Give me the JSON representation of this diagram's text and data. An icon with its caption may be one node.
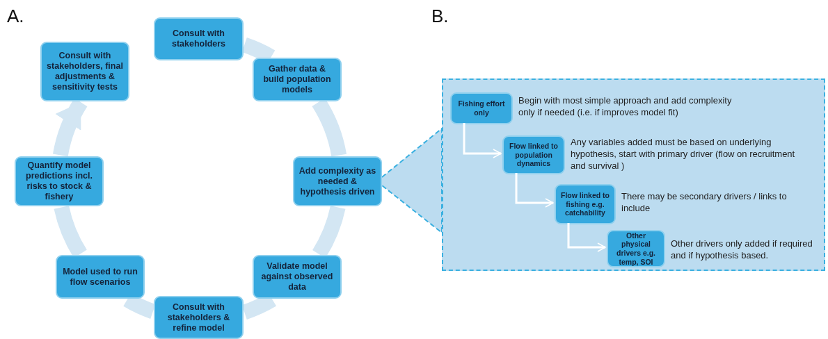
{
  "diagram": {
    "nodes": [
      {
        "text": [
          "Consult with stakeholders"
        ]
      },
      {
        "text": [
          "Gather data & build population models"
        ]
      },
      {
        "text": [
          "Add complexity as needed & hypothesis driven"
        ]
      },
      {
        "text": [
          "Validate model against observed data"
        ]
      },
      {
        "text": [
          "Consult with stakeholders & refine model"
        ]
      },
      {
        "text": [
          "Model used to run flow scenarios"
        ]
      },
      {
        "text": [
          "Quantify model predictions incl. risks to stock & fishery"
        ]
      },
      {
        "text": [
          "Consult with stakeholders, final adjustments & sensitivity tests"
        ]
      },
      {
        "text": [],
        "shape": "box"
      },
      {
        "text": [
          "Fishing effort only"
        ],
        "in": 8,
        "beside": [
          "Begin with most simple approach and add complexity only if needed (i.e. if improves model fit)"
        ]
      },
      {
        "text": [
          "Flow linked to population dynamics"
        ],
        "in": 8,
        "beside": [
          "Any variables added must be based on underlying hypothesis, start with primary driver (flow on recruitment and survival )"
        ]
      },
      {
        "text": [
          "Flow linked to fishing e.g. catchability"
        ],
        "in": 8,
        "beside": [
          "There may be secondary drivers / links to include"
        ]
      },
      {
        "text": [
          "Other physical drivers e.g. temp, SOI"
        ],
        "in": 8,
        "beside": [
          "Other drivers only added if required and if hypothesis based."
        ]
      }
    ],
    "edges": [
      {
        "from": 0,
        "to": 1,
        "arrow": "none"
      },
      {
        "from": 1,
        "to": 2,
        "arrow": "none"
      },
      {
        "from": 2,
        "to": 3,
        "arrow": "none"
      },
      {
        "from": 3,
        "to": 4,
        "arrow": "none"
      },
      {
        "from": 4,
        "to": 5,
        "arrow": "none"
      },
      {
        "from": 5,
        "to": 6,
        "arrow": "none"
      },
      {
        "from": 6,
        "to": 7,
        "arrow": "to"
      },
      {
        "from": 2,
        "to": 8,
        "arrow": "none",
        "style": "dashed"
      },
      {
        "from": 9,
        "to": 10,
        "arrow": "to"
      },
      {
        "from": 10,
        "to": 11,
        "arrow": "to"
      },
      {
        "from": 11,
        "to": 12,
        "arrow": "to"
      }
    ],
    "labels": [
      "A.",
      "B."
    ]
  }
}
